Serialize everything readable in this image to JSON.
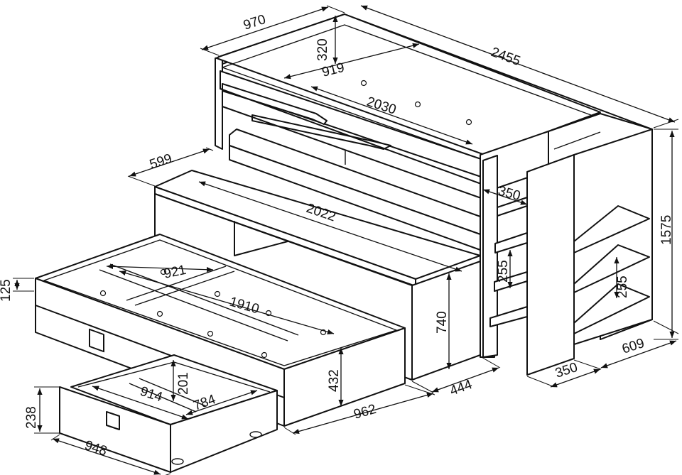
{
  "dimensions": {
    "width_970": "970",
    "length_2455": "2455",
    "rail_320": "320",
    "inner_919": "919",
    "mattress_2030": "2030",
    "desk_599": "599",
    "desk_2022": "2022",
    "shelf_350_top": "350",
    "height_1575": "1575",
    "shelf_255_left": "255",
    "shelf_255_right": "255",
    "pullout_921": "921",
    "pullout_1910": "1910",
    "pullout_125": "125",
    "cabinet_740": "740",
    "bed_432": "432",
    "depth_444": "444",
    "width_962": "962",
    "shelf_350_bottom": "350",
    "depth_609": "609",
    "drawer_201": "201",
    "drawer_914": "914",
    "drawer_784": "784",
    "drawer_238": "238",
    "drawer_948": "948"
  }
}
